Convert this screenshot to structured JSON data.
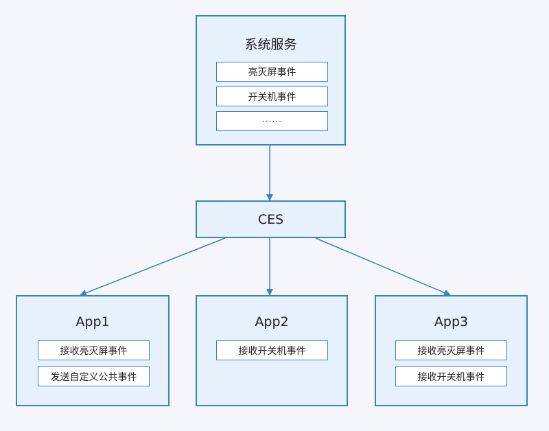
{
  "system": {
    "title": "系统服务",
    "items": [
      "亮灭屏事件",
      "开关机事件",
      "······"
    ]
  },
  "ces": {
    "label": "CES"
  },
  "apps": [
    {
      "title": "App1",
      "items": [
        "接收亮灭屏事件",
        "发送自定义公共事件"
      ]
    },
    {
      "title": "App2",
      "items": [
        "接收开关机事件"
      ]
    },
    {
      "title": "App3",
      "items": [
        "接收亮灭屏事件",
        "接收开关机事件"
      ]
    }
  ],
  "colors": {
    "border": "#3b82c4",
    "fill": "#e6f1fb",
    "arrow": "#3b82c4"
  }
}
